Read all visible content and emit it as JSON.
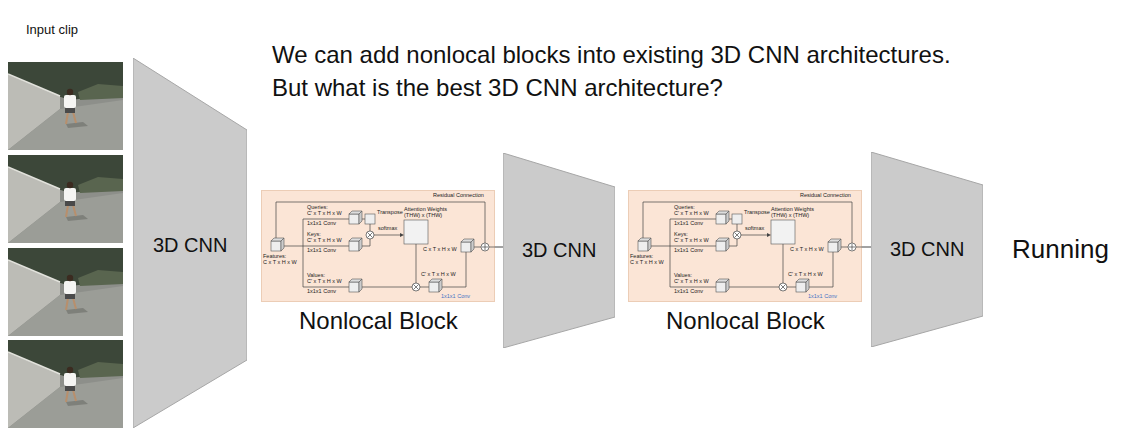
{
  "diagram": {
    "title": "We can add nonlocal blocks into existing 3D CNN architectures. But what is the best 3D CNN architecture?",
    "nodes": [
      {
        "text": [
          "3D CNN"
        ]
      },
      {
        "text": [
          "Nonlocal Block"
        ]
      },
      {
        "text": [
          "3D CNN"
        ]
      },
      {
        "text": [
          "Nonlocal Block"
        ]
      },
      {
        "text": [
          "3D CNN"
        ]
      }
    ],
    "edges": [
      {
        "from": 1,
        "to": 2,
        "arrow": "none"
      },
      {
        "from": 3,
        "to": 4,
        "arrow": "none"
      }
    ],
    "labels": [
      "Input clip",
      "Residual Connection",
      "Queries:",
      "C' x T x H x W",
      "1x1x1 Conv",
      "Transpose",
      "Attention Weights",
      "(THW) x (THW)",
      "softmax",
      "Keys:",
      "C' x T x H x W",
      "1x1x1 Conv",
      "C x T x H x W",
      "Features:",
      "C x T x H x W",
      "Values:",
      "C' x T x H x W",
      "C' x T x H x W",
      "1x1x1 Conv",
      "1x1x1 Conv",
      "Residual Connection",
      "Queries:",
      "C' x T x H x W",
      "1x1x1 Conv",
      "Transpose",
      "Attention Weights",
      "(THW) x (THW)",
      "softmax",
      "Keys:",
      "C' x T x H x W",
      "1x1x1 Conv",
      "C x T x H x W",
      "Features:",
      "C x T x H x W",
      "Values:",
      "C' x T x H x W",
      "C' x T x H x W",
      "1x1x1 Conv",
      "1x1x1 Conv",
      "Running"
    ]
  }
}
